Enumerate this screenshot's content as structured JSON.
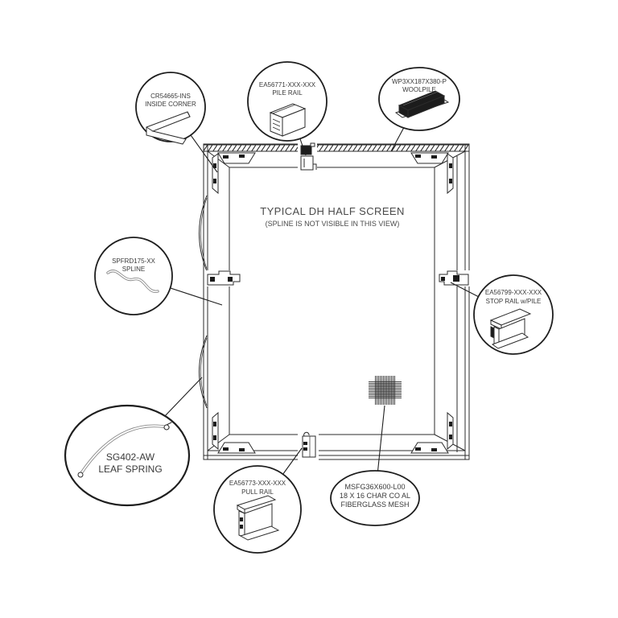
{
  "drawing": {
    "title": "TYPICAL DH HALF SCREEN",
    "subtitle": "(SPLINE IS NOT VISIBLE IN THIS VIEW)"
  },
  "colors": {
    "line": "#2b2b2b",
    "bubble_stroke": "#1e1e1e",
    "pile_fill": "#1c1c1c",
    "background": "#ffffff"
  },
  "callouts": {
    "inside_corner": {
      "part_no": "CR54665-INS",
      "name": "INSIDE CORNER"
    },
    "pile_rail": {
      "part_no": "EA56771-XXX-XXX",
      "name": "PILE RAIL"
    },
    "woolpile": {
      "part_no": "WP3XX187X380-P",
      "name": "WOOLPILE"
    },
    "spline": {
      "part_no": "SPFRD175-XX",
      "name": "SPLINE"
    },
    "stop_rail": {
      "part_no": "EA56799-XXX-XXX",
      "name": "STOP RAIL w/PILE"
    },
    "leaf_spring": {
      "part_no": "SG402-AW",
      "name": "LEAF SPRING"
    },
    "pull_rail": {
      "part_no": "EA56773-XXX-XXX",
      "name": "PULL RAIL"
    },
    "fiberglass_mesh": {
      "part_no": "MSFG36X600-L00",
      "spec": "18 X 16 CHAR  CO AL",
      "name": "FIBERGLASS MESH"
    }
  }
}
